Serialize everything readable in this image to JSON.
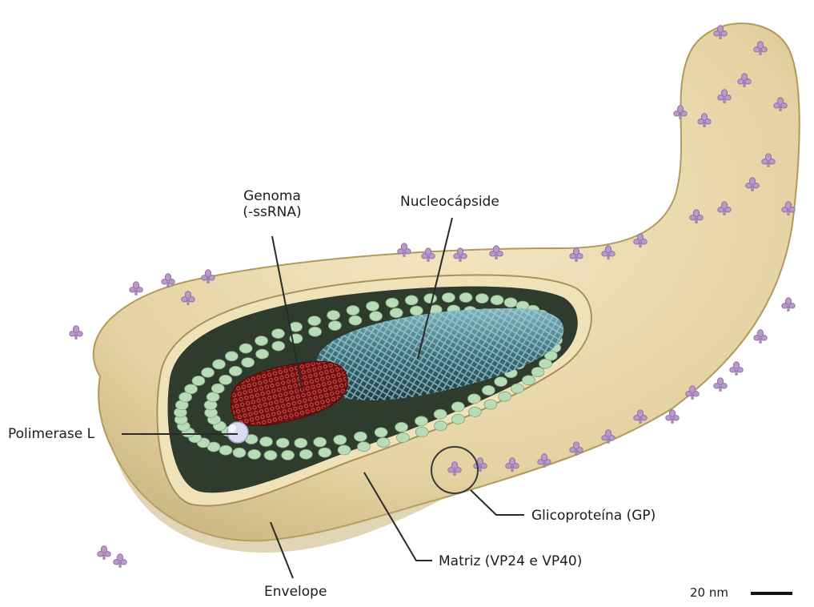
{
  "labels": {
    "genome_line1": "Genoma",
    "genome_line2": "(-ssRNA)",
    "nucleocapsid": "Nucleocápside",
    "polymerase": "Polimerase L",
    "glycoprotein": "Glicoproteína (GP)",
    "matrix": "Matriz (VP24 e VP40)",
    "envelope": "Envelope"
  },
  "scale_bar": {
    "label": "20 nm"
  },
  "colors": {
    "envelope": "#e7d7ab",
    "envelope_shadow": "#b9a66e",
    "interior": "#2c3a2c",
    "matrix_protein": "#b9dcb8",
    "nucleocapsid": "#3f7b88",
    "genome": "#8e1b1b",
    "polymerase": "#d9dcef",
    "glycoprotein": "#b79ac9"
  },
  "icons": [
    "virion-illustration",
    "glycoprotein-spike-icon"
  ]
}
